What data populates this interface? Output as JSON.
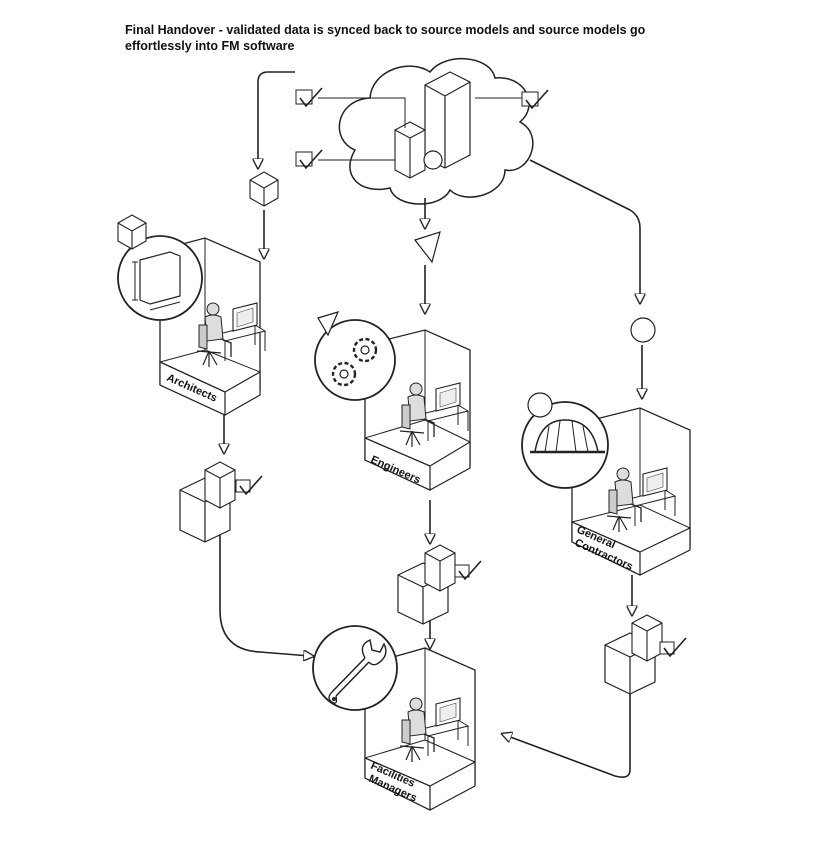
{
  "title": "Final Handover - validated data is synced back to source models and source models go effortlessly into FM software",
  "stations": {
    "architects": "Architects",
    "engineers": "Engineers",
    "general_contractors_line1": "General",
    "general_contractors_line2": "Contractors",
    "facilities_managers_line1": "Facilities",
    "facilities_managers_line2": "Managers"
  },
  "icons": {
    "cloud": "cloud-icon",
    "architects": "floor-plan-icon",
    "engineers": "gears-icon",
    "contractors": "hard-hat-icon",
    "facilities": "wrench-icon"
  },
  "colors": {
    "ink": "#222222",
    "background": "#ffffff"
  }
}
